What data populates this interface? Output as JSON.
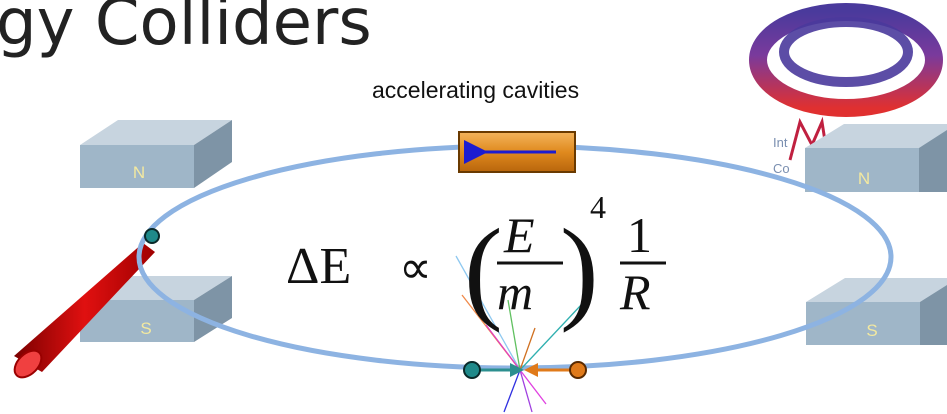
{
  "title": "gy Colliders",
  "cavity_label": "accelerating cavities",
  "magnets": {
    "north_label": "N",
    "south_label": "S"
  },
  "formula": {
    "lhs": "ΔE",
    "relation": "∝",
    "numerator": "E",
    "denominator": "m",
    "exponent": "4",
    "one": "1",
    "radius": "R"
  },
  "logo_text": {
    "line1": "Int",
    "line2": "Co"
  },
  "colors": {
    "ring": "#8db3e2",
    "cavity": "#e08a1e",
    "magnet": "#9fb6c8",
    "beam_left": "#2c8f8f",
    "beam_right": "#e07a1a"
  }
}
